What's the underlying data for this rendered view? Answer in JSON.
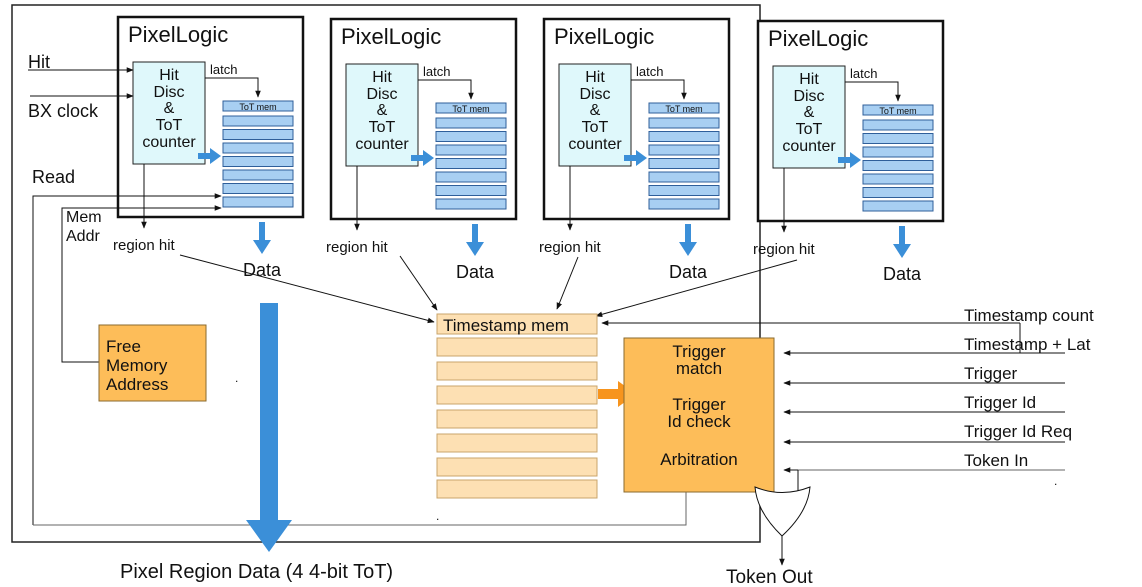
{
  "pixel_logic": {
    "title": "PixelLogic",
    "hit_block": [
      "Hit",
      "Disc",
      "&",
      "ToT",
      "counter"
    ],
    "latch_label": "latch",
    "tot_mem_label": "ToT mem",
    "region_hit_label": "region hit",
    "data_label": "Data"
  },
  "left_inputs": {
    "hit": "Hit",
    "bx_clock": "BX clock",
    "read": "Read",
    "mem_addr": [
      "Mem",
      "Addr"
    ]
  },
  "free_memory": [
    "Free",
    "Memory",
    "Address"
  ],
  "timestamp_mem_label": "Timestamp mem",
  "trigger_block": [
    "Trigger",
    "match",
    "Trigger",
    "Id check",
    "Arbitration"
  ],
  "right_inputs": [
    "Timestamp count",
    "Timestamp + Lat",
    "Trigger",
    "Trigger Id",
    "Trigger Id Req",
    "Token In"
  ],
  "outputs": {
    "pixel_region_data": "Pixel Region Data (4 4-bit ToT)",
    "token_out": "Token Out"
  },
  "colors": {
    "hit_block_fill": "#dff8fb",
    "tot_mem_fill": "#a8cff2",
    "tot_mem_stroke": "#2f5f9a",
    "blue_arrow": "#3b8fd8",
    "orange_fill": "#fdbd59",
    "timestamp_fill": "#fde0b3",
    "orange_arrow": "#f7941d"
  }
}
